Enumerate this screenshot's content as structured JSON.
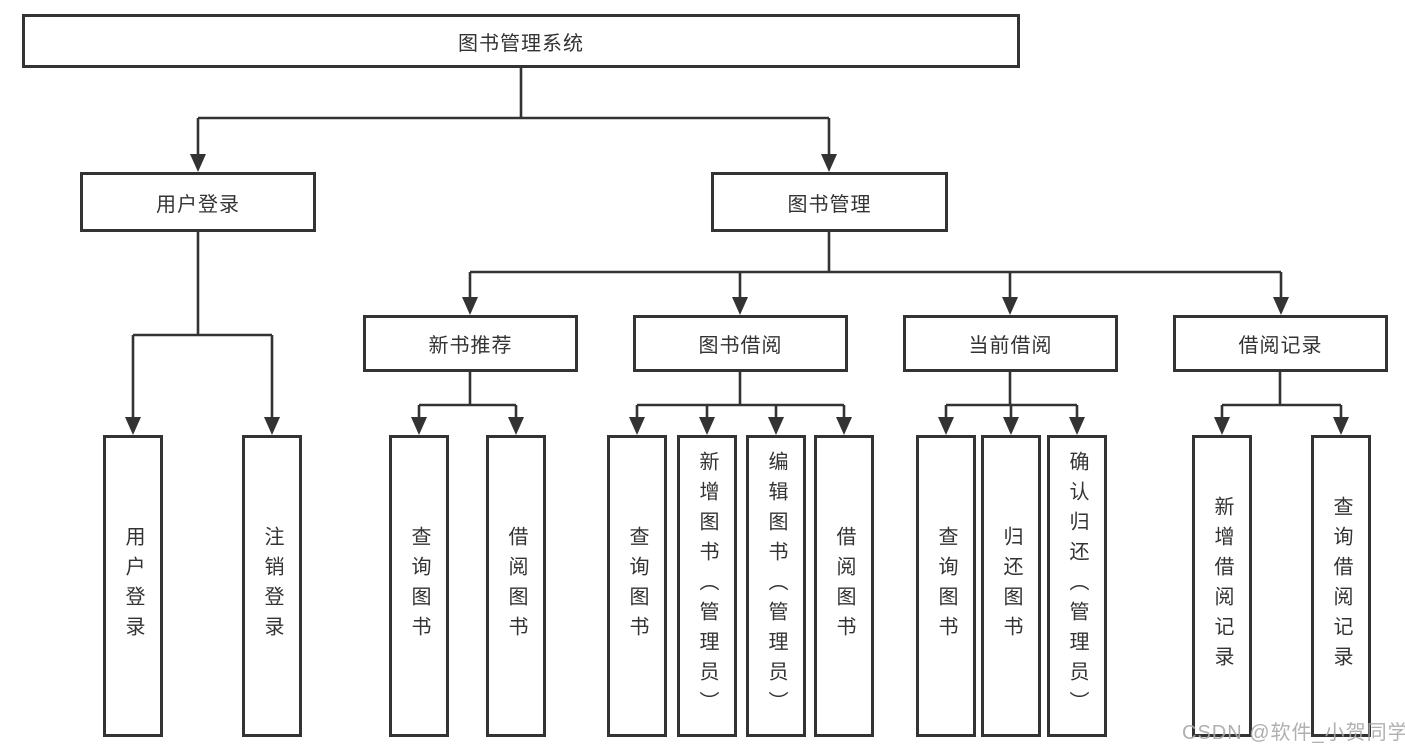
{
  "tree": {
    "root": {
      "label": "图书管理系统"
    },
    "level2": [
      {
        "label": "用户登录",
        "leaves": [
          "用户登录",
          "注销登录"
        ]
      },
      {
        "label": "图书管理",
        "sections": [
          {
            "label": "新书推荐",
            "leaves": [
              "查询图书",
              "借阅图书"
            ]
          },
          {
            "label": "图书借阅",
            "leaves": [
              "查询图书",
              "新增图书（管理员）",
              "编辑图书（管理员）",
              "借阅图书"
            ]
          },
          {
            "label": "当前借阅",
            "leaves": [
              "查询图书",
              "归还图书",
              "确认归还（管理员）"
            ]
          },
          {
            "label": "借阅记录",
            "leaves": [
              "新增借阅记录",
              "查询借阅记录"
            ]
          }
        ]
      }
    ]
  },
  "watermark": {
    "text": "CSDN @软件_小贺同学"
  },
  "colors": {
    "line": "#333333",
    "text": "#333333",
    "watermark": "#a8a8a8",
    "background": "#ffffff"
  }
}
